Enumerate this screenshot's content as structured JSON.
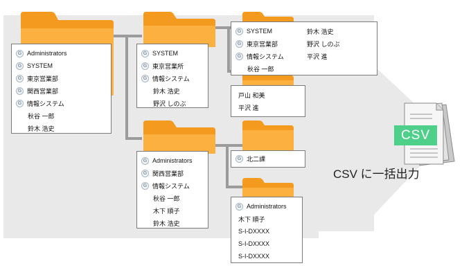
{
  "box_a": {
    "groups": [
      "Administrators",
      "SYSTEM",
      "東京営業部",
      "関西営業部",
      "情報システム"
    ],
    "users": [
      "秋谷 一郎",
      "鈴木 浩史"
    ]
  },
  "box_b": {
    "groups": [
      "SYSTEM",
      "東京営業所",
      "情報システム"
    ],
    "users": [
      "鈴木 浩史",
      "野沢 しのぶ"
    ]
  },
  "box_c": {
    "groups": [
      "SYSTEM",
      "東京営業部",
      "情報システム"
    ],
    "left_users": [
      "秋谷 一郎"
    ],
    "right_users": [
      "鈴木 浩史",
      "野沢 しのぶ",
      "平沢 進"
    ]
  },
  "box_d": {
    "users": [
      "戸山 和美",
      "平沢 進"
    ]
  },
  "box_e": {
    "groups": [
      "Administrators",
      "関西営業部",
      "情報システム"
    ],
    "users": [
      "秋谷 一郎",
      "木下 順子",
      "鈴木 浩史"
    ]
  },
  "box_f": {
    "groups": [
      "北二課"
    ]
  },
  "box_g": {
    "groups": [
      "Administrators"
    ],
    "users": [
      "木下 順子",
      "S-I-DXXXX",
      "S-I-DXXXX",
      "S-I-DXXXX"
    ]
  },
  "csv_label": "CSV",
  "export_text": "CSV に一括出力",
  "colors": {
    "folder": "#fbb040",
    "folder_dark": "#f39a1f",
    "connector": "#9b9b9b",
    "csv": "#4ed08a",
    "panel": "#e9e9e9"
  }
}
